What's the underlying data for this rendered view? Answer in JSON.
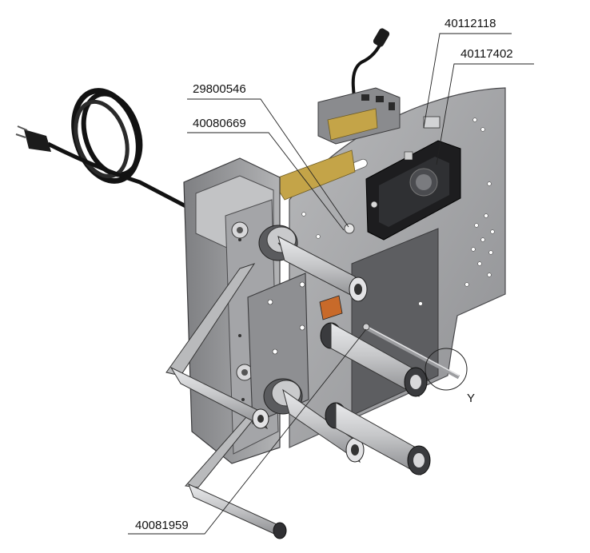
{
  "callouts": {
    "c1": "40112118",
    "c2": "40117402",
    "c3": "29800546",
    "c4": "40080669",
    "c5": "40081959",
    "detail": "Y"
  },
  "colors": {
    "plate": "#a9a9ab",
    "plate_dark": "#6f7073",
    "motor": "#9d9ea1",
    "roller": "#c9cacc",
    "cable": "#121212",
    "brass": "#c4a448",
    "line": "#222222"
  }
}
